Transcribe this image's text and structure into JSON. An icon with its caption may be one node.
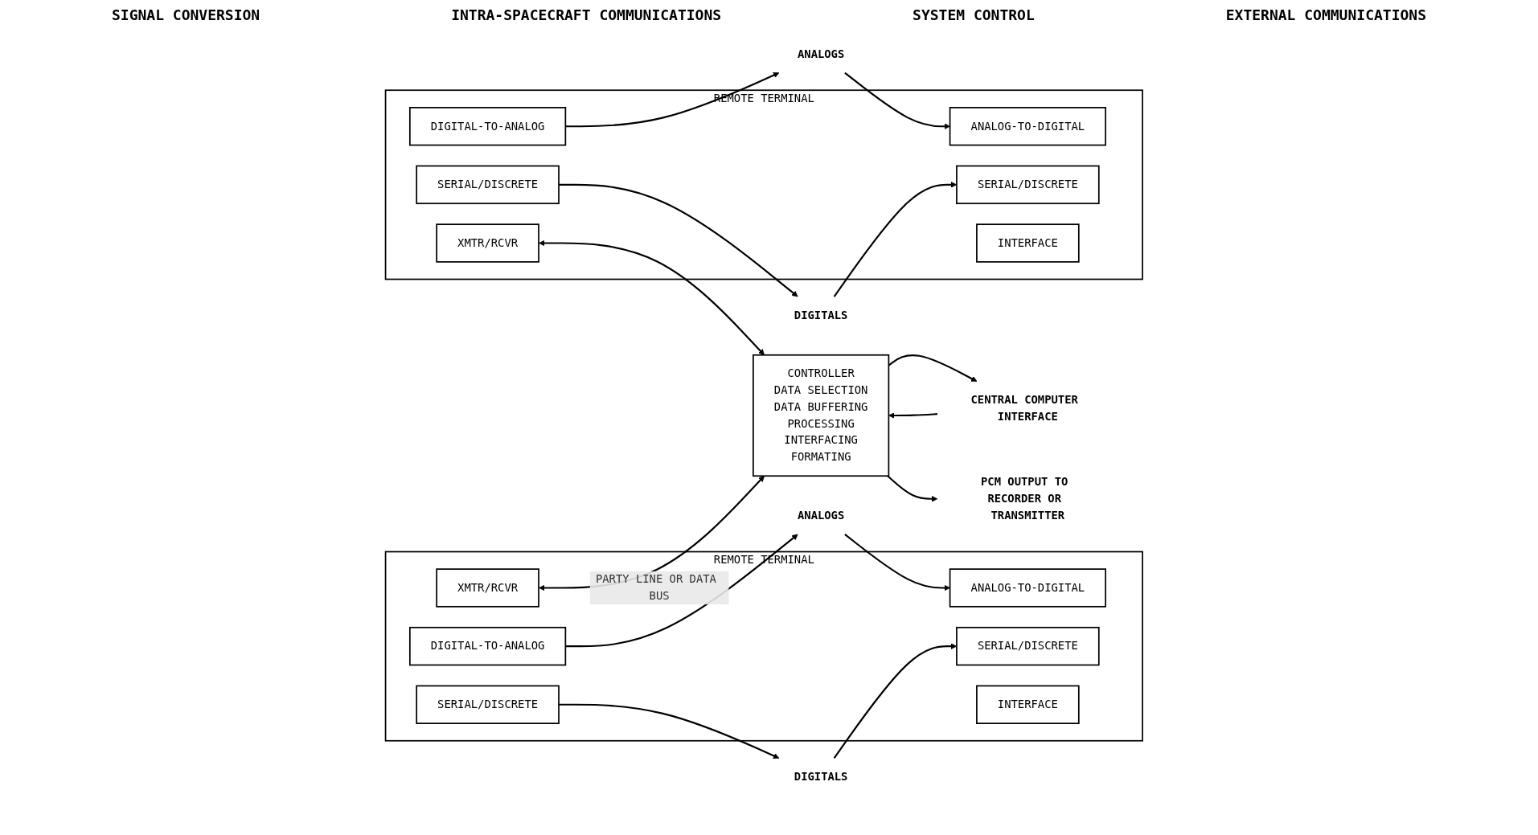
{
  "diagram": {
    "nodes": [
      {
        "text": [
          "REMOTE TERMINAL"
        ]
      },
      {
        "text": [
          "ANALOG-TO-DIGITAL"
        ],
        "in": 0
      },
      {
        "text": [
          "DIGITAL-TO-ANALOG"
        ],
        "in": 0
      },
      {
        "text": [
          "SERIAL/DISCRETE"
        ],
        "in": 0
      },
      {
        "text": [
          "SERIAL/DISCRETE"
        ],
        "in": 0
      },
      {
        "text": [
          "INTERFACE"
        ],
        "in": 0
      },
      {
        "text": [
          "XMTR/RCVR"
        ],
        "in": 0
      },
      {
        "text": [
          "REMOTE TERMINAL"
        ]
      },
      {
        "text": [
          "ANALOG-TO-DIGITAL"
        ],
        "in": 7
      },
      {
        "text": [
          "DIGITAL-TO-ANALOG"
        ],
        "in": 7
      },
      {
        "text": [
          "SERIAL/DISCRETE"
        ],
        "in": 7
      },
      {
        "text": [
          "SERIAL/DISCRETE"
        ],
        "in": 7
      },
      {
        "text": [
          "INTERFACE"
        ],
        "in": 7
      },
      {
        "text": [
          "XMTR/RCVR"
        ],
        "in": 7
      },
      {
        "text": [
          "CONTROLLER",
          "DATA SELECTION",
          "DATA BUFFERING",
          "PROCESSING",
          "INTERFACING",
          "FORMATING"
        ]
      },
      {
        "text": [
          "ANALOGS"
        ]
      },
      {
        "text": [
          "DIGITALS"
        ]
      },
      {
        "text": [
          "ANALOGS"
        ]
      },
      {
        "text": [
          "DIGITALS"
        ]
      },
      {
        "text": [
          "CENTRAL COMPUTER INTERFACE"
        ]
      },
      {
        "text": [
          "PCM OUTPUT TO RECORDER OR TRANSMITTER"
        ]
      }
    ],
    "edges": [
      {
        "from": 15,
        "to": 1,
        "arrow": "to"
      },
      {
        "from": 2,
        "to": 15,
        "arrow": "to"
      },
      {
        "from": 16,
        "to": 3,
        "arrow": "to"
      },
      {
        "from": 4,
        "to": 16,
        "arrow": "to"
      },
      {
        "from": 17,
        "to": 8,
        "arrow": "to"
      },
      {
        "from": 9,
        "to": 17,
        "arrow": "to"
      },
      {
        "from": 18,
        "to": 10,
        "arrow": "to"
      },
      {
        "from": 11,
        "to": 18,
        "arrow": "to"
      },
      {
        "from": 6,
        "to": 14,
        "arrow": "both",
        "label": "PARTY LINE OR DATA BUS"
      },
      {
        "from": 13,
        "to": 14,
        "arrow": "both"
      },
      {
        "from": 19,
        "to": 14,
        "arrow": "to"
      },
      {
        "from": 14,
        "to": 19,
        "arrow": "to"
      },
      {
        "from": 14,
        "to": 20,
        "arrow": "to"
      }
    ],
    "labels": [
      "SIGNAL CONVERSION",
      "INTRA-SPACECRAFT COMMUNICATIONS",
      "SYSTEM CONTROL",
      "EXTERNAL COMMUNICATIONS"
    ]
  }
}
